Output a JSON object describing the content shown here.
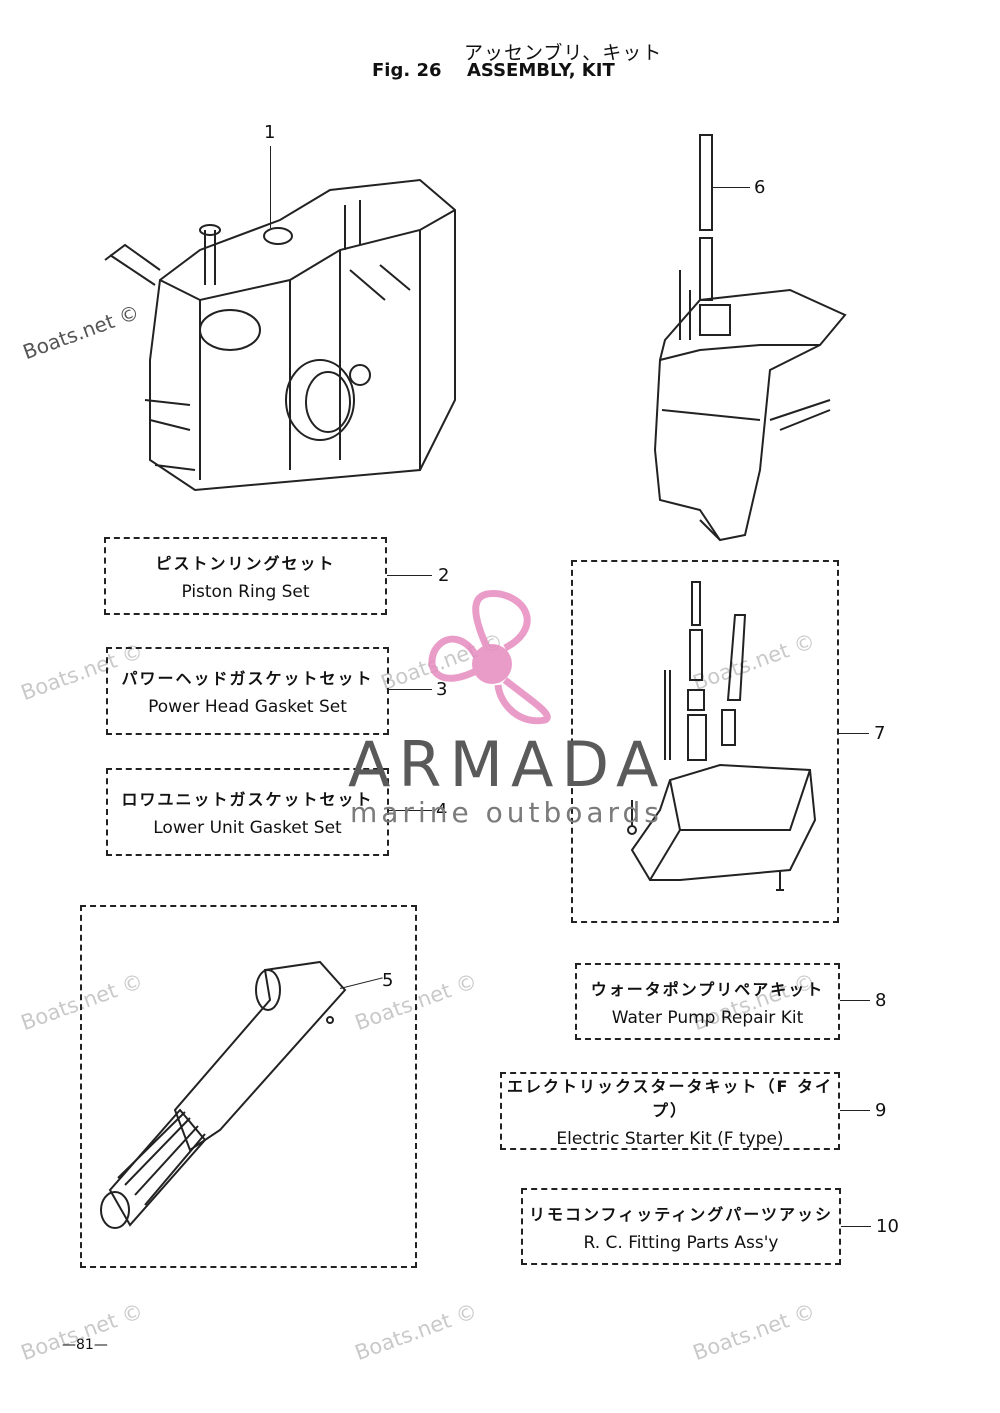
{
  "header": {
    "title_jp": "アッセンブリ、キット",
    "fig_label": "Fig. 26",
    "title_en": "ASSEMBLY, KIT"
  },
  "callouts": [
    "1",
    "2",
    "3",
    "4",
    "5",
    "6",
    "7",
    "8",
    "9",
    "10"
  ],
  "kits": [
    {
      "jp": "ピストンリングセット",
      "en": "Piston Ring Set"
    },
    {
      "jp": "パワーヘッドガスケットセット",
      "en": "Power Head Gasket Set"
    },
    {
      "jp": "ロワユニットガスケットセット",
      "en": "Lower Unit Gasket Set"
    },
    {
      "jp": "ウォータポンプリペアキット",
      "en": "Water Pump Repair Kit"
    },
    {
      "jp": "エレクトリックスタータキット（F タイプ）",
      "en": "Electric Starter Kit (F type)"
    },
    {
      "jp": "リモコンフィッティングパーツアッシ",
      "en": "R. C. Fitting Parts Ass'y"
    }
  ],
  "watermark": {
    "text": "Boats.net ©",
    "brand": "ARMADA",
    "brand_sub": "marine outboards",
    "brand_color": "#e78bbf"
  },
  "footer": {
    "page": "—81—"
  }
}
